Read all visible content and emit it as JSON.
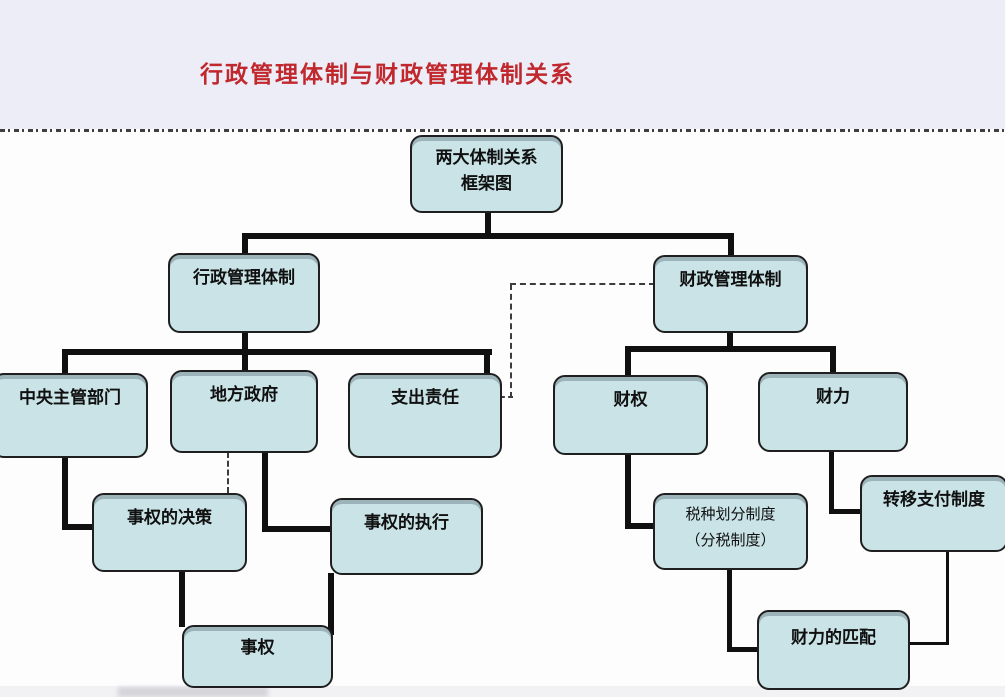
{
  "title": "行政管理体制与财政管理体制关系",
  "colors": {
    "node_fill": "#c9e3e7",
    "node_border": "#1f1f1f",
    "connector": "#101010",
    "title": "#c0282e",
    "top_bg": "#ecedf6",
    "canvas_bg": "#fdfdfd"
  },
  "diagram": {
    "nodes": {
      "root": {
        "line1": "两大体制关系",
        "line2": "框架图"
      },
      "admin": {
        "label": "行政管理体制"
      },
      "fiscal": {
        "label": "财政管理体制"
      },
      "central": {
        "label": "中央主管部门"
      },
      "local": {
        "label": "地方政府"
      },
      "expenditure": {
        "label": "支出责任"
      },
      "caiquan": {
        "label": "财权"
      },
      "caili": {
        "label": "财力"
      },
      "decision": {
        "label": "事权的决策"
      },
      "execution": {
        "label": "事权的执行"
      },
      "shiquan": {
        "label": "事权"
      },
      "tax": {
        "line1": "税种划分制度",
        "line2": "（分税制度）"
      },
      "transfer": {
        "label": "转移支付制度"
      },
      "matching": {
        "label": "财力的匹配"
      }
    },
    "edges": [
      {
        "from": "root",
        "to": "admin",
        "style": "solid"
      },
      {
        "from": "root",
        "to": "fiscal",
        "style": "solid"
      },
      {
        "from": "admin",
        "to": "central",
        "style": "solid"
      },
      {
        "from": "admin",
        "to": "local",
        "style": "solid"
      },
      {
        "from": "admin",
        "to": "expenditure",
        "style": "solid"
      },
      {
        "from": "central",
        "to": "decision",
        "style": "solid"
      },
      {
        "from": "local",
        "to": "decision",
        "style": "dashed"
      },
      {
        "from": "local",
        "to": "execution",
        "style": "solid"
      },
      {
        "from": "decision",
        "to": "shiquan",
        "style": "solid"
      },
      {
        "from": "execution",
        "to": "shiquan",
        "style": "solid"
      },
      {
        "from": "expenditure",
        "to": "fiscal",
        "style": "dash-dot"
      },
      {
        "from": "fiscal",
        "to": "caiquan",
        "style": "solid"
      },
      {
        "from": "fiscal",
        "to": "caili",
        "style": "solid"
      },
      {
        "from": "caiquan",
        "to": "tax",
        "style": "solid"
      },
      {
        "from": "caili",
        "to": "transfer",
        "style": "solid"
      },
      {
        "from": "tax",
        "to": "matching",
        "style": "solid"
      },
      {
        "from": "transfer",
        "to": "matching",
        "style": "solid"
      }
    ]
  }
}
